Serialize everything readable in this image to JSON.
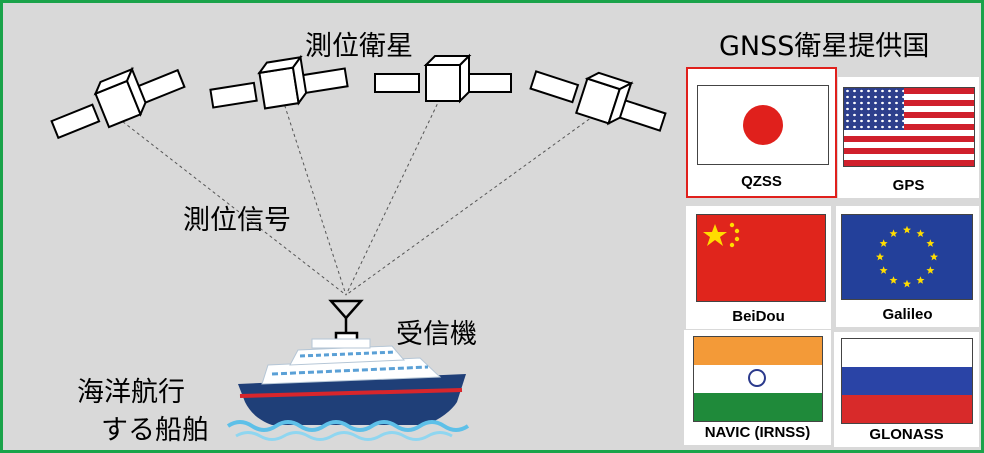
{
  "diagram": {
    "background_color": "#d9d9d9",
    "border_color": "#1aa34a",
    "highlight_color": "#e0201c",
    "labels": {
      "satellites": "測位衛星",
      "signal": "測位信号",
      "receiver": "受信機",
      "ship_line1": "海洋航行",
      "ship_line2": "する船舶",
      "provider_title": "GNSS衛星提供国"
    },
    "providers": [
      {
        "system": "QZSS",
        "flag_icon": "japan-flag-icon",
        "highlighted": true
      },
      {
        "system": "GPS",
        "flag_icon": "usa-flag-icon",
        "highlighted": false
      },
      {
        "system": "BeiDou",
        "flag_icon": "china-flag-icon",
        "highlighted": false
      },
      {
        "system": "Galileo",
        "flag_icon": "eu-flag-icon",
        "highlighted": false
      },
      {
        "system": "NAVIC (IRNSS)",
        "flag_icon": "india-flag-icon",
        "highlighted": false
      },
      {
        "system": "GLONASS",
        "flag_icon": "russia-flag-icon",
        "highlighted": false
      }
    ]
  }
}
